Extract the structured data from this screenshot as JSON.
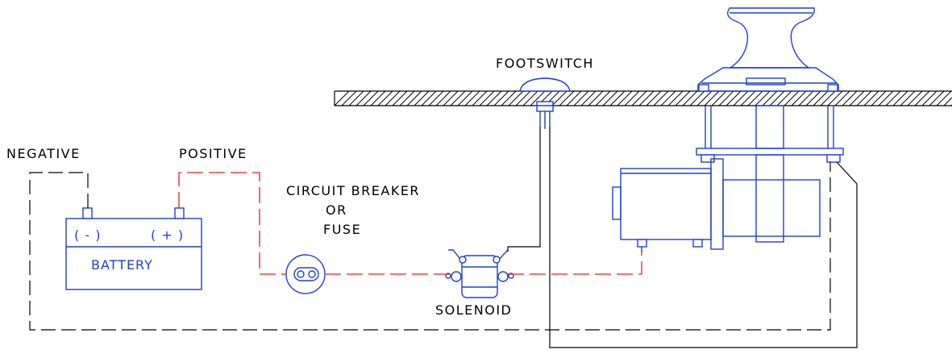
{
  "labels": {
    "footswitch": "FOOTSWITCH",
    "negative": "NEGATIVE",
    "positive": "POSITIVE",
    "breaker_line1": "CIRCUIT BREAKER",
    "breaker_line2": "OR",
    "breaker_line3": "FUSE",
    "solenoid": "SOLENOID"
  },
  "battery": {
    "neg_symbol": "( - )",
    "pos_symbol": "( + )",
    "label": "BATTERY"
  },
  "colors": {
    "component": "#1f3fd0",
    "positive_wire": "#e02020",
    "negative_wire": "#000000"
  }
}
